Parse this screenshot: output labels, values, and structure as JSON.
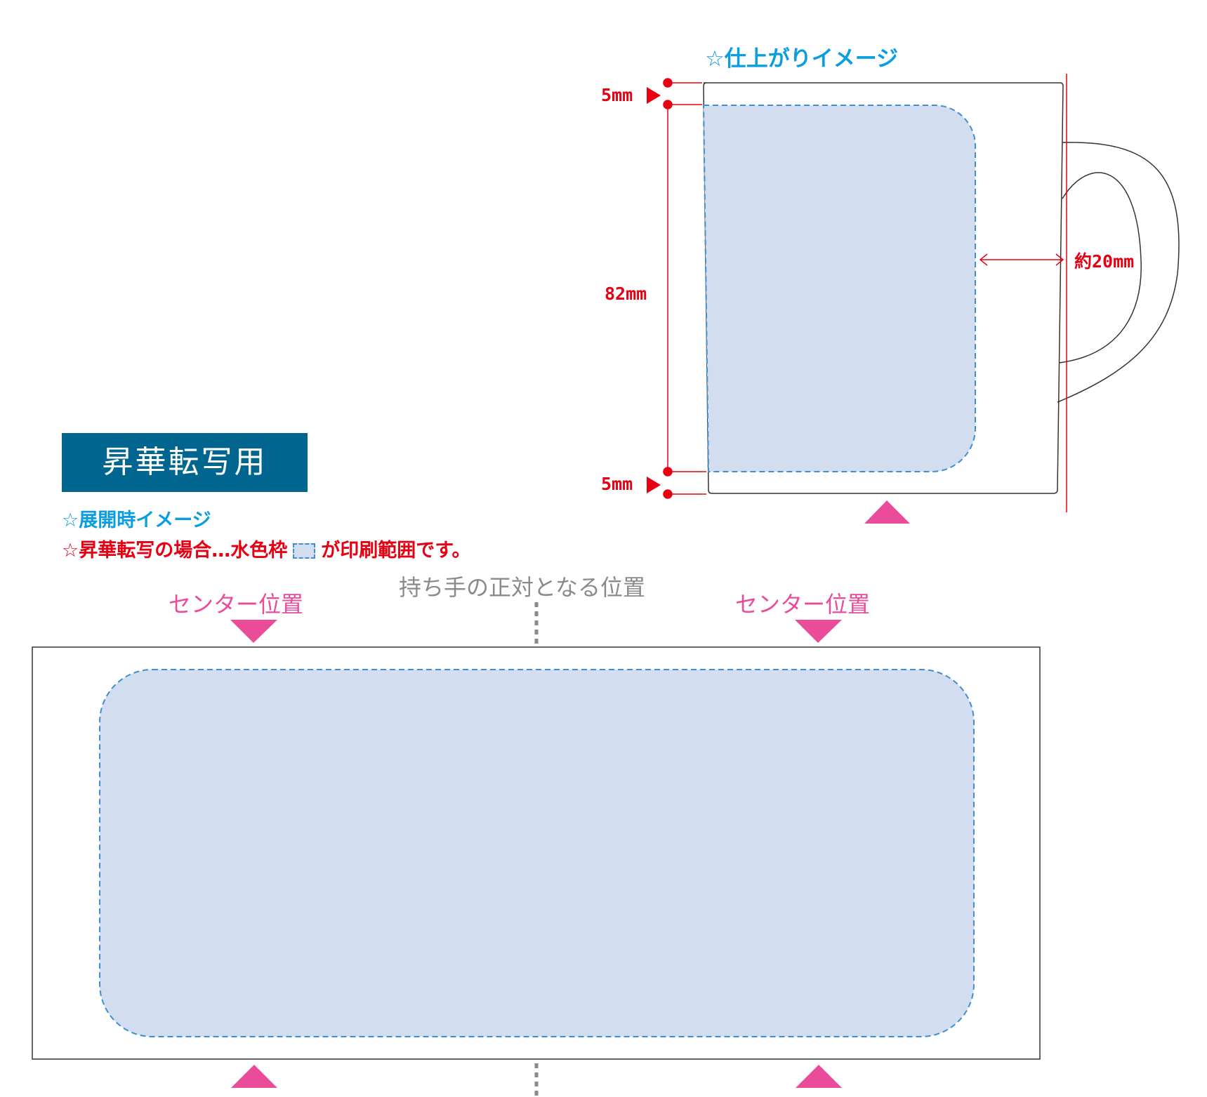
{
  "finished": {
    "title": "☆仕上がりイメージ",
    "dim_top": "5mm",
    "dim_height": "82mm",
    "dim_bottom": "5mm",
    "dim_side": "約20mm"
  },
  "badge": "昇華転写用",
  "unfold_title": "☆展開時イメージ",
  "note_before": "☆昇華転写の場合…水色枠",
  "note_after": "が印刷範囲です。",
  "handle_label": "持ち手の正対となる位置",
  "center_label_left": "センター位置",
  "center_label_right": "センター位置",
  "colors": {
    "print_area": "#d2ddef",
    "dash": "#3f8fd0",
    "marker": "#ea4c9a",
    "dimension": "#e60012",
    "badge": "#00668f",
    "caption_blue": "#0a9de0"
  },
  "icons": [
    "triangle-down-icon",
    "triangle-up-icon",
    "triangle-right-icon"
  ]
}
